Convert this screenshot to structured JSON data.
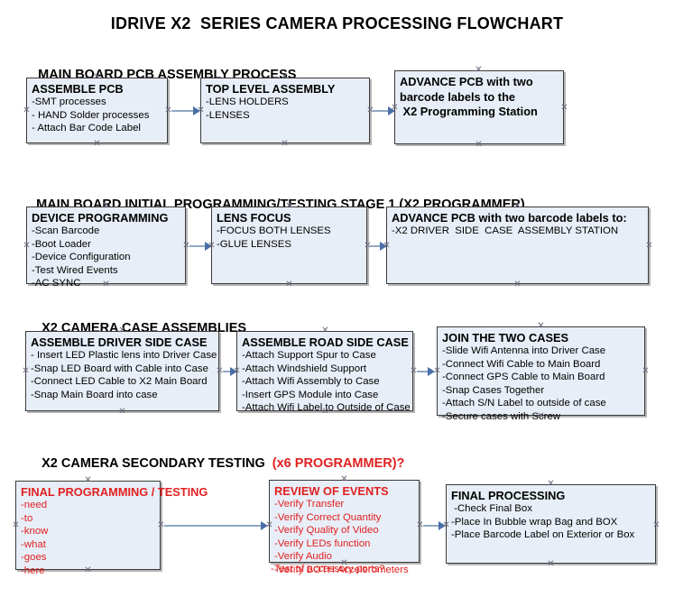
{
  "document": {
    "title": "IDRIVE X2  SERIES CAMERA PROCESSING FLOWCHART"
  },
  "colors": {
    "box_fill": "#e8eef7",
    "box_border": "#3a3a3a",
    "connector": "#8fa8c4",
    "arrowhead": "#4a6fa8",
    "red_text": "#e02020",
    "black_text": "#000000",
    "background": "#ffffff"
  },
  "sections": [
    {
      "id": "main-board-pcb-assembly",
      "heading": "MAIN BOARD PCB ASSEMBLY PROCESS",
      "heading_red_suffix": "",
      "nodes": [
        {
          "id": "assemble-pcb",
          "title": "ASSEMBLE PCB",
          "title_color": "black",
          "lines": [
            "-SMT processes",
            "- HAND Solder processes",
            "- Attach Bar Code Label"
          ],
          "overflow_lines": []
        },
        {
          "id": "top-level-assembly",
          "title": "TOP LEVEL ASSEMBLY",
          "title_color": "black",
          "lines": [
            "-LENS HOLDERS",
            "-LENSES"
          ],
          "overflow_lines": []
        },
        {
          "id": "advance-pcb-to-x2-programming-station",
          "title": "ADVANCE PCB with two\nbarcode labels to the\n X2 Programming Station",
          "title_color": "black",
          "lines": [],
          "overflow_lines": []
        }
      ]
    },
    {
      "id": "main-board-initial-programming",
      "heading": "MAIN BOARD INITIAL PROGRAMMING/TESTING STAGE 1 (X2 PROGRAMMER)",
      "heading_red_suffix": "",
      "nodes": [
        {
          "id": "device-programming",
          "title": "DEVICE PROGRAMMING",
          "title_color": "black",
          "lines": [
            "-Scan Barcode",
            "-Boot Loader",
            "-Device Configuration",
            "-Test Wired Events",
            "-AC SYNC"
          ],
          "overflow_lines": []
        },
        {
          "id": "lens-focus",
          "title": "LENS FOCUS",
          "title_color": "black",
          "lines": [
            "-FOCUS BOTH LENSES",
            "-GLUE LENSES"
          ],
          "overflow_lines": []
        },
        {
          "id": "advance-pcb-to-driver-side-case",
          "title": "ADVANCE PCB with two barcode labels to:",
          "title_color": "black",
          "lines": [
            "-X2 DRIVER  SIDE  CASE  ASSEMBLY STATION"
          ],
          "overflow_lines": []
        }
      ]
    },
    {
      "id": "x2-camera-case-assemblies",
      "heading": "X2 CAMERA CASE ASSEMBLIES",
      "heading_red_suffix": "",
      "nodes": [
        {
          "id": "assemble-driver-side-case",
          "title": "ASSEMBLE DRIVER SIDE CASE",
          "title_color": "black",
          "lines": [
            "- Insert LED Plastic lens into Driver Case",
            "-Snap LED Board with Cable into Case",
            "-Connect LED Cable to X2 Main Board",
            "-Snap Main Board into case"
          ],
          "overflow_lines": []
        },
        {
          "id": "assemble-road-side-case",
          "title": "ASSEMBLE ROAD SIDE CASE",
          "title_color": "black",
          "lines": [
            "-Attach Support Spur to Case",
            "-Attach Windshield Support",
            "-Attach Wifi Assembly to Case",
            "-Insert GPS Module into Case",
            "-Attach Wifi Label to Outside of Case"
          ],
          "overflow_lines": []
        },
        {
          "id": "join-the-two-cases",
          "title": "JOIN THE TWO CASES",
          "title_color": "black",
          "lines": [
            "-Slide Wifi Antenna into Driver Case",
            "-Connect Wifi Cable to Main Board",
            "-Connect GPS Cable to Main Board",
            "-Snap Cases Together",
            "-Attach S/N Label to outside of case",
            "-Secure cases with Screw"
          ],
          "overflow_lines": []
        }
      ]
    },
    {
      "id": "x2-camera-secondary-testing",
      "heading": "X2 CAMERA SECONDARY TESTING ",
      "heading_red_suffix": " (x6 PROGRAMMER)?",
      "nodes": [
        {
          "id": "final-programming-testing",
          "title": "FINAL PROGRAMMING / TESTING",
          "title_color": "red",
          "lines": [
            "-need",
            "-to",
            "-know",
            "-what",
            "-goes",
            "-here"
          ],
          "overflow_lines": []
        },
        {
          "id": "review-of-events",
          "title": "REVIEW OF EVENTS",
          "title_color": "red",
          "lines": [
            "-Verify Transfer",
            "-Verify Correct Quantity",
            "-Verify Quality of Video",
            "-Verify LEDs function",
            "-Verify Audio",
            "-Verify BOTH Accelerometers"
          ],
          "overflow_lines": [
            "-Test of accessory ports?"
          ]
        },
        {
          "id": "final-processing",
          "title": "FINAL PROCESSING",
          "title_color": "black",
          "lines": [
            " -Check Final Box",
            "-Place In Bubble wrap Bag and BOX",
            "-Place Barcode Label on Exterior or Box"
          ],
          "overflow_lines": []
        }
      ]
    }
  ]
}
